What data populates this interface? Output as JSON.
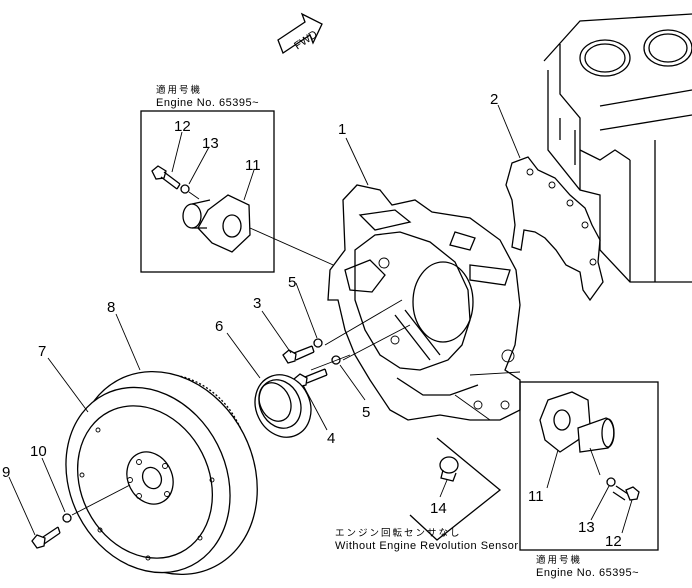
{
  "fwd_label": "FWD",
  "inset_top": {
    "jp_title": "適用号機",
    "engine_label": "Engine No. 65395~"
  },
  "inset_bottom": {
    "jp_title": "適用号機",
    "engine_label": "Engine No. 65395~"
  },
  "sensor_note": {
    "jp": "エンジン回転センサなし",
    "en": "Without Engine Revolution Sensor"
  },
  "callouts": {
    "c1": "1",
    "c2": "2",
    "c3": "3",
    "c4": "4",
    "c5a": "5",
    "c5b": "5",
    "c6": "6",
    "c7": "7",
    "c8": "8",
    "c9": "9",
    "c10": "10",
    "c11a": "11",
    "c12a": "12",
    "c13a": "13",
    "c11b": "11",
    "c12b": "12",
    "c13b": "13",
    "c14": "14"
  }
}
